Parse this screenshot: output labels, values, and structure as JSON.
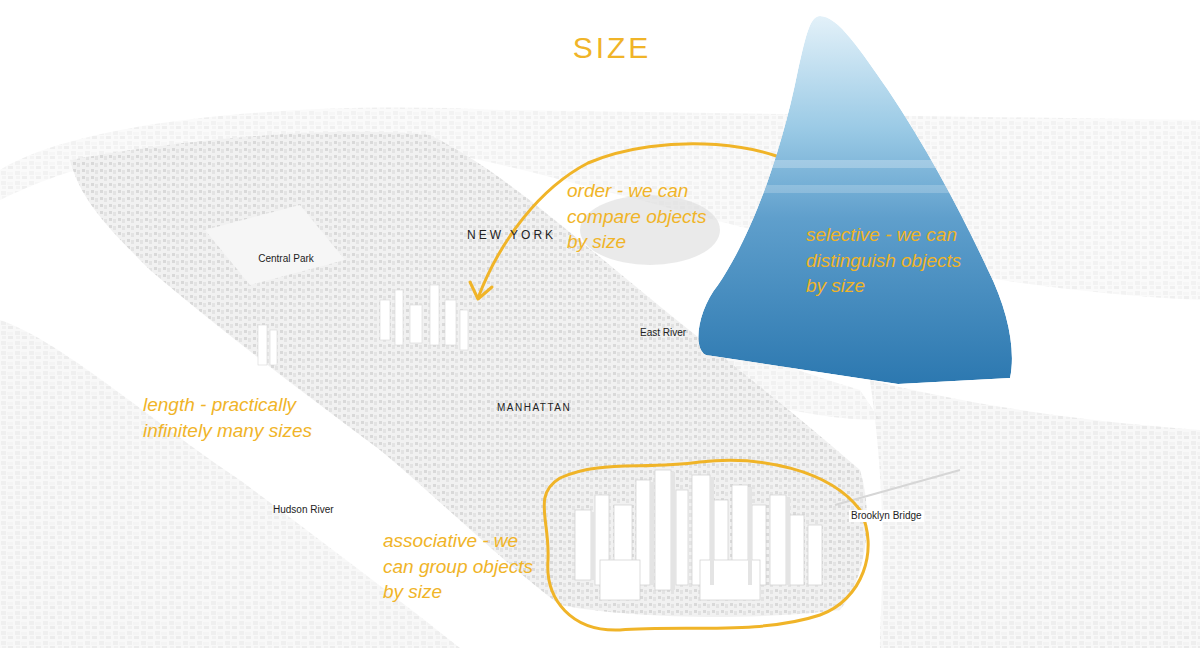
{
  "diagram": {
    "title": "SIZE",
    "nodes": [
      {
        "text": [
          "selective - we can distinguish objects by size"
        ]
      }
    ],
    "labels": [
      "order - we can compare objects by size",
      "NEW YORK",
      "Central Park",
      "East River",
      "length - practically infinitely many sizes",
      "MANHATTAN",
      "Hudson River",
      "Brooklyn Bridge",
      "associative - we can group objects by size"
    ]
  }
}
